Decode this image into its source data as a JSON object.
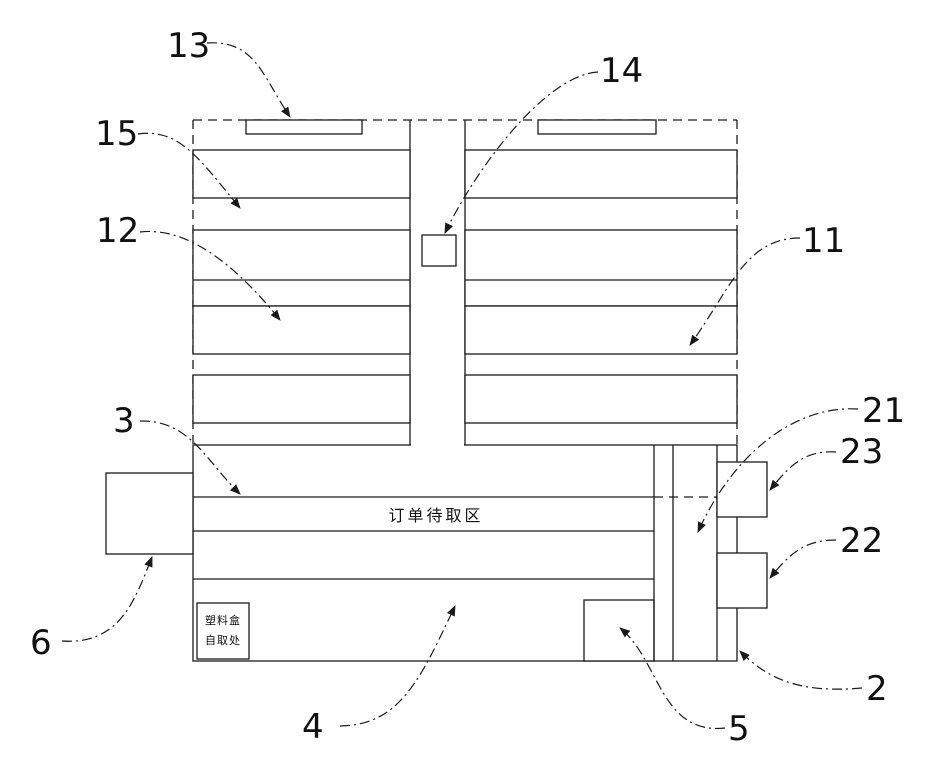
{
  "labels": {
    "n13": "13",
    "n14": "14",
    "n15": "15",
    "n12": "12",
    "n11": "11",
    "n3": "3",
    "n21": "21",
    "n23": "23",
    "n22": "22",
    "n6": "6",
    "n2": "2",
    "n4": "4",
    "n5": "5"
  },
  "texts": {
    "order_area": "订单待取区",
    "plastic_box_line1": "塑料盒",
    "plastic_box_line2": "自取处"
  }
}
